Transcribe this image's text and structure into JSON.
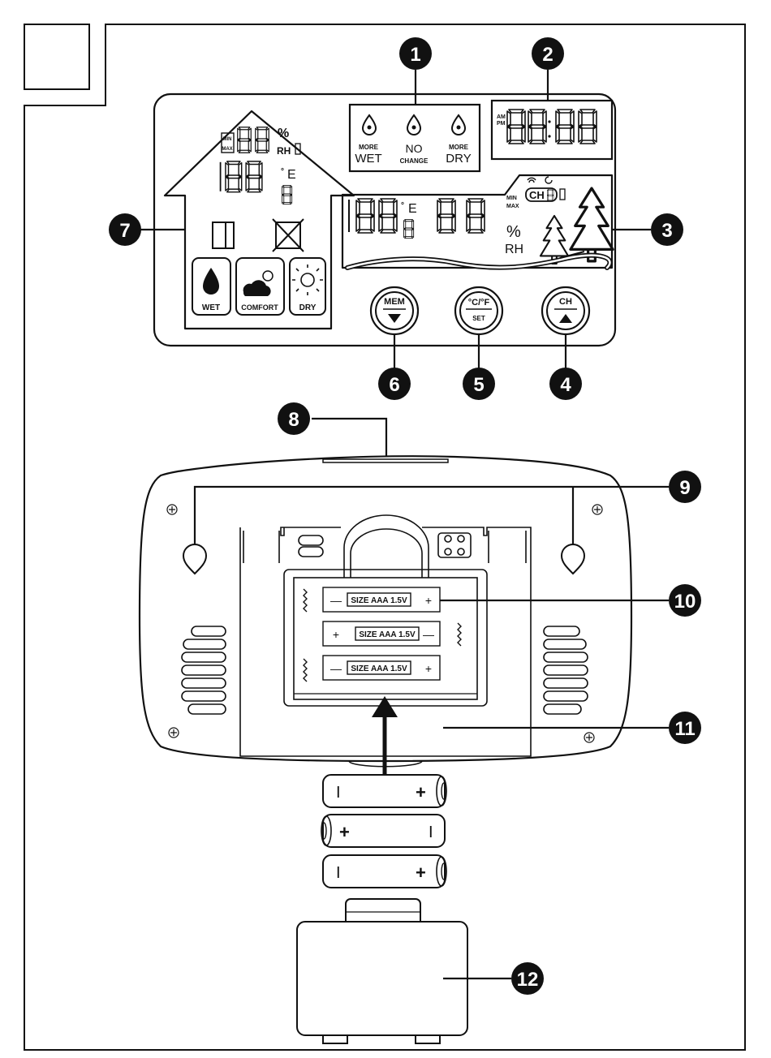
{
  "callouts": [
    "1",
    "2",
    "3",
    "4",
    "5",
    "6",
    "7",
    "8",
    "9",
    "10",
    "11",
    "12"
  ],
  "forecast": {
    "wet_top": "MORE",
    "wet_bottom": "WET",
    "nochange_top": "NO",
    "nochange_bottom": "CHANGE",
    "dry_top": "MORE",
    "dry_bottom": "DRY"
  },
  "clock": {
    "am": "AM",
    "pm": "PM"
  },
  "indoor": {
    "min": "MIN",
    "max": "MAX",
    "percent": "%",
    "rh": "RH",
    "deg": "°",
    "unit": "E",
    "wet_label": "WET",
    "comfort_label": "COMFORT",
    "dry_label": "DRY"
  },
  "outdoor": {
    "min": "MIN",
    "max": "MAX",
    "percent": "%",
    "rh": "RH",
    "deg": "°",
    "unit": "E",
    "ch_label": "CH"
  },
  "buttons": {
    "mem": {
      "label": "MEM",
      "symbol": "▼"
    },
    "cf": {
      "label": "°C/°F",
      "sub": "SET"
    },
    "ch": {
      "label": "CH",
      "symbol": "▲"
    }
  },
  "batteries": {
    "slot_text": "SIZE  AAA  1.5V",
    "plus": "+",
    "minus": "—",
    "cell_plus": "+",
    "cell_minus": "I"
  }
}
